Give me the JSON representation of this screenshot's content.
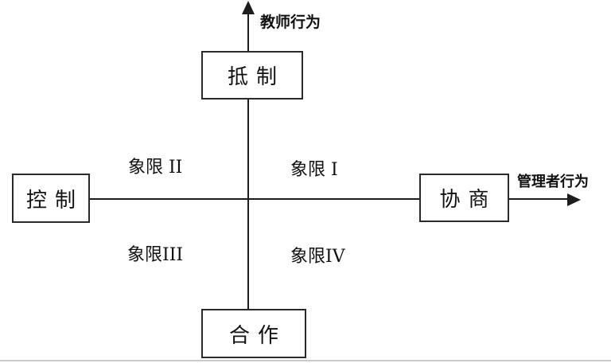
{
  "diagram": {
    "axes": {
      "y_label": "教师行为",
      "x_label": "管理者行为"
    },
    "boxes": {
      "top": "抵制",
      "left": "控制",
      "right": "协商",
      "bottom": "合作"
    },
    "quadrants": {
      "q1": "象限 I",
      "q2": "象限 II",
      "q3": "象限III",
      "q4": "象限IV"
    },
    "colors": {
      "line": "#1d1d1d",
      "box_border": "#2a2a2a",
      "background": "#ffffff",
      "bottom_rule": "#c9c9c9"
    }
  }
}
